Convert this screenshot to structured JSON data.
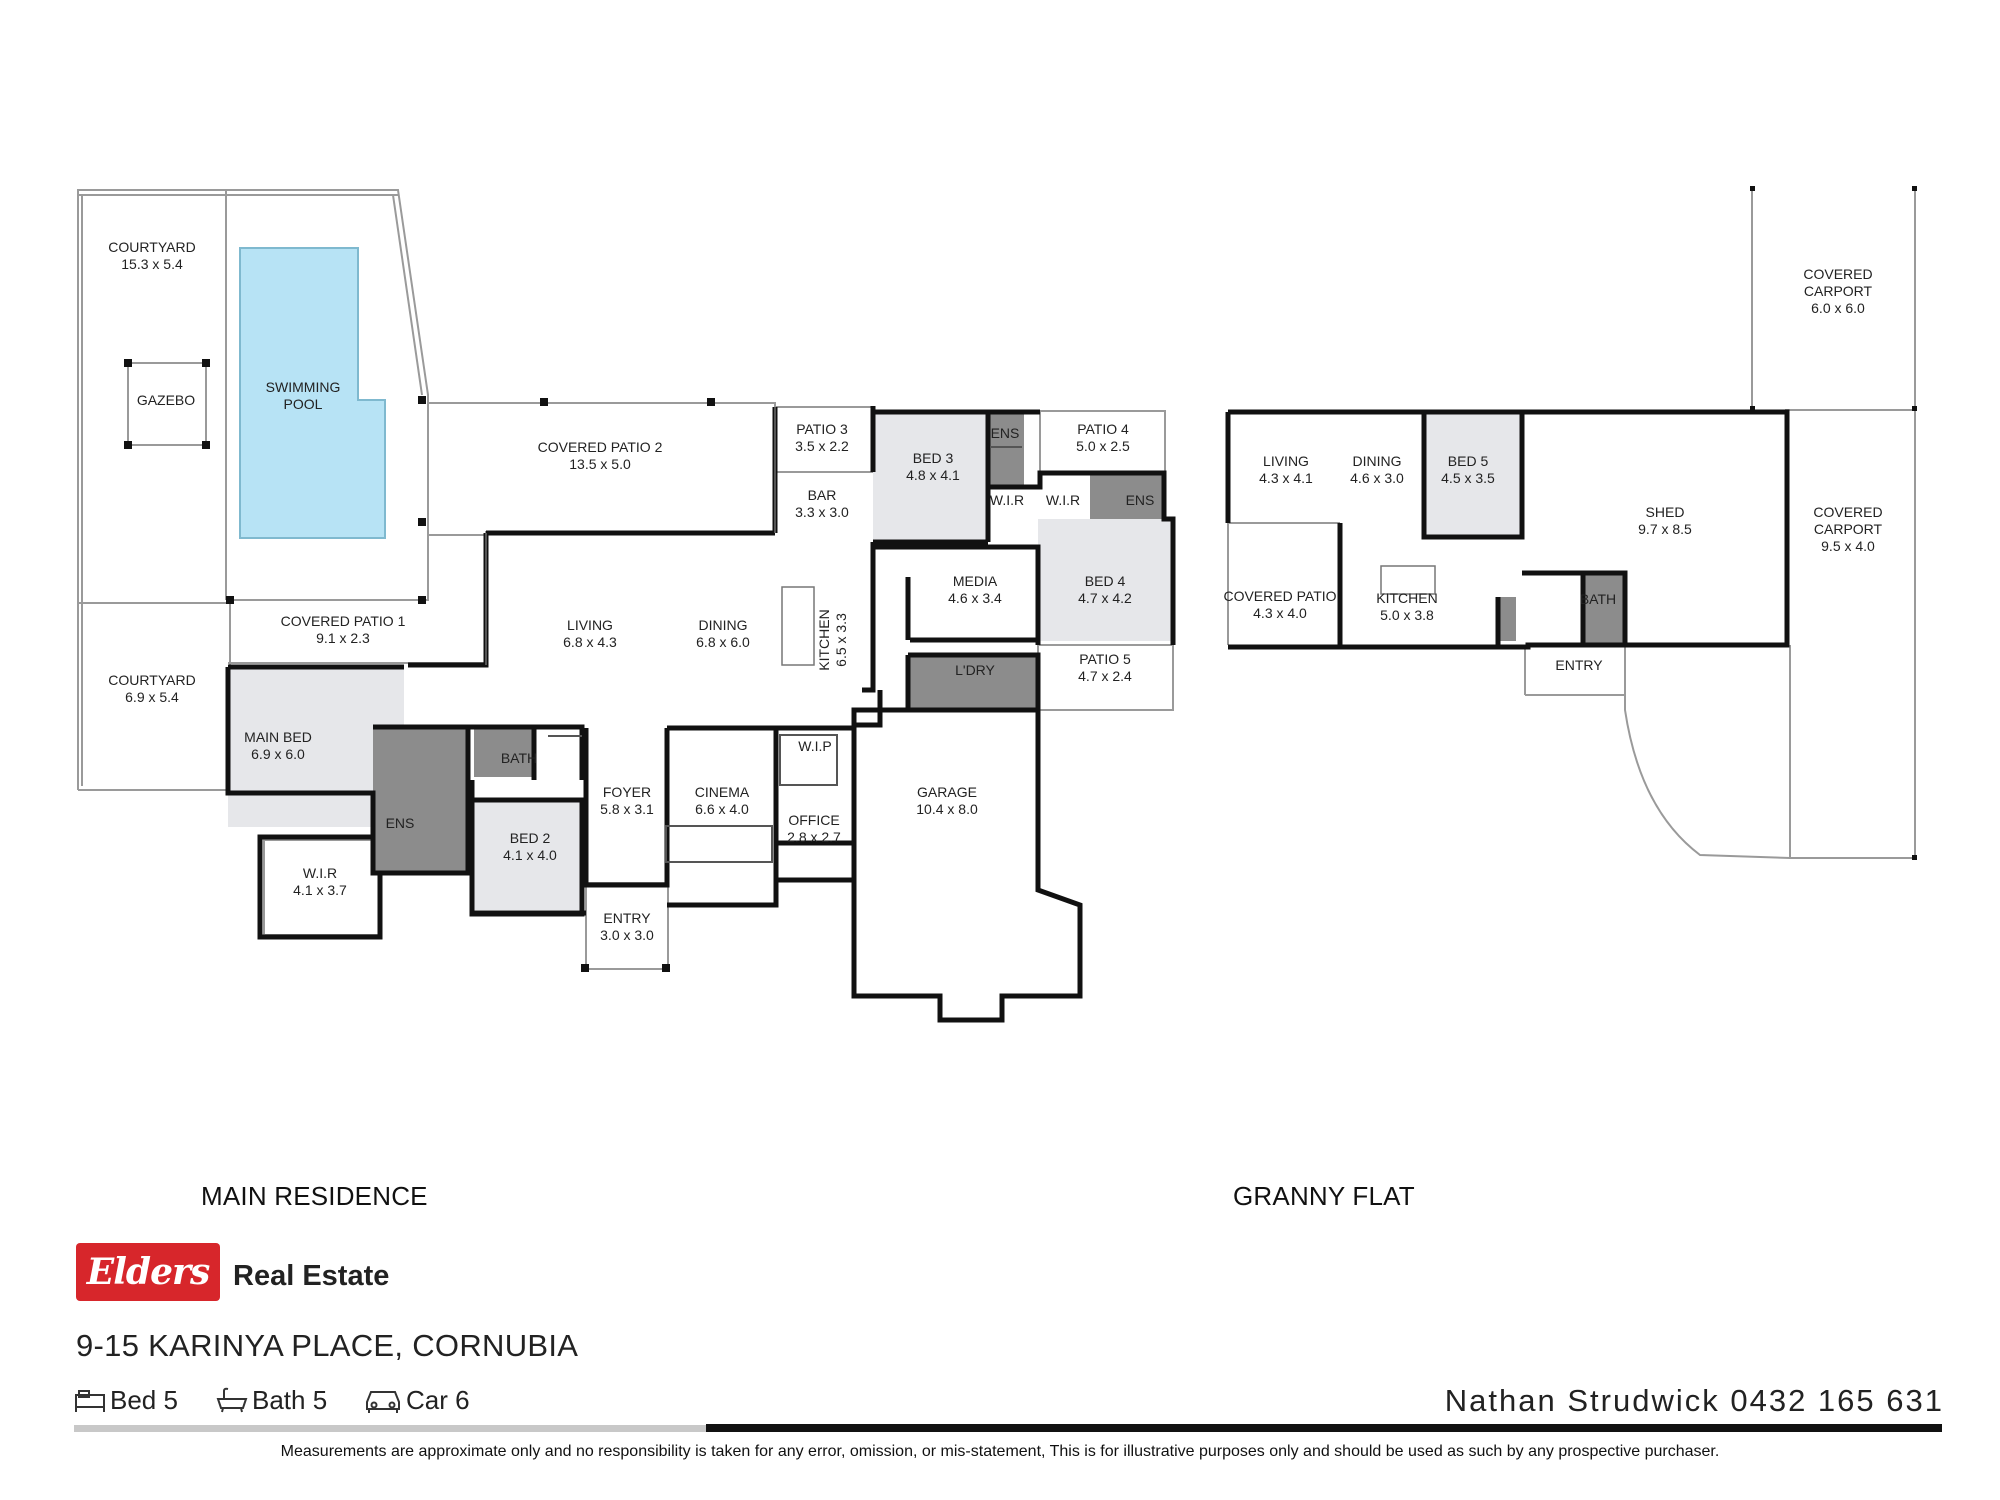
{
  "rooms": [
    {
      "id": "courtyard-1",
      "name": "COURTYARD",
      "dims": "15.3 x 5.4"
    },
    {
      "id": "gazebo",
      "name": "GAZEBO",
      "dims": ""
    },
    {
      "id": "swimming-pool",
      "name": "SWIMMING POOL",
      "dims": ""
    },
    {
      "id": "covered-patio-2",
      "name": "COVERED PATIO 2",
      "dims": "13.5 x 5.0"
    },
    {
      "id": "patio-3",
      "name": "PATIO 3",
      "dims": "3.5 x 2.2"
    },
    {
      "id": "bar",
      "name": "BAR",
      "dims": "3.3 x 3.0"
    },
    {
      "id": "bed-3",
      "name": "BED 3",
      "dims": "4.8 x 4.1"
    },
    {
      "id": "ens-bed3",
      "name": "ENS",
      "dims": ""
    },
    {
      "id": "wir-bed3",
      "name": "W.I.R",
      "dims": ""
    },
    {
      "id": "patio-4",
      "name": "PATIO 4",
      "dims": "5.0 x 2.5"
    },
    {
      "id": "wir-bed4",
      "name": "W.I.R",
      "dims": ""
    },
    {
      "id": "ens-bed4",
      "name": "ENS",
      "dims": ""
    },
    {
      "id": "covered-patio-1",
      "name": "COVERED  PATIO 1",
      "dims": "9.1 x 2.3"
    },
    {
      "id": "living",
      "name": "LIVING",
      "dims": "6.8 x 4.3"
    },
    {
      "id": "dining",
      "name": "DINING",
      "dims": "6.8 x 6.0"
    },
    {
      "id": "kitchen",
      "name": "KITCHEN",
      "dims": "6.5 x 3.3"
    },
    {
      "id": "media",
      "name": "MEDIA",
      "dims": "4.6 x 3.4"
    },
    {
      "id": "bed-4",
      "name": "BED 4",
      "dims": "4.7 x 4.2"
    },
    {
      "id": "laundry",
      "name": "L'DRY",
      "dims": ""
    },
    {
      "id": "patio-5",
      "name": "PATIO 5",
      "dims": "4.7 x 2.4"
    },
    {
      "id": "courtyard-2",
      "name": "COURTYARD",
      "dims": "6.9 x 5.4"
    },
    {
      "id": "main-bed",
      "name": "MAIN BED",
      "dims": "6.9 x 6.0"
    },
    {
      "id": "ens-main",
      "name": "ENS",
      "dims": ""
    },
    {
      "id": "bath",
      "name": "BATH",
      "dims": ""
    },
    {
      "id": "bed-2",
      "name": "BED 2",
      "dims": "4.1 x 4.0"
    },
    {
      "id": "foyer",
      "name": "FOYER",
      "dims": "5.8 x 3.1"
    },
    {
      "id": "cinema",
      "name": "CINEMA",
      "dims": "6.6 x 4.0"
    },
    {
      "id": "wip",
      "name": "W.I.P",
      "dims": ""
    },
    {
      "id": "office",
      "name": "OFFICE",
      "dims": "2.8 x 2.7"
    },
    {
      "id": "garage",
      "name": "GARAGE",
      "dims": "10.4 x 8.0"
    },
    {
      "id": "wir-main",
      "name": "W.I.R",
      "dims": "4.1 x 3.7"
    },
    {
      "id": "entry-main",
      "name": "ENTRY",
      "dims": "3.0 x 3.0"
    },
    {
      "id": "covered-carport-1",
      "name": "COVERED CARPORT",
      "dims": "6.0 x 6.0"
    },
    {
      "id": "gf-living",
      "name": "LIVING",
      "dims": "4.3 x 4.1"
    },
    {
      "id": "gf-dining",
      "name": "DINING",
      "dims": "4.6 x 3.0"
    },
    {
      "id": "bed-5",
      "name": "BED 5",
      "dims": "4.5 x 3.5"
    },
    {
      "id": "shed",
      "name": "SHED",
      "dims": "9.7 x 8.5"
    },
    {
      "id": "covered-carport-2",
      "name": "COVERED CARPORT",
      "dims": "9.5 x 4.0"
    },
    {
      "id": "gf-covered-patio",
      "name": "COVERED PATIO",
      "dims": "4.3 x 4.0"
    },
    {
      "id": "gf-kitchen",
      "name": "KITCHEN",
      "dims": "5.0 x 3.8"
    },
    {
      "id": "gf-bath",
      "name": "BATH",
      "dims": ""
    },
    {
      "id": "gf-entry",
      "name": "ENTRY",
      "dims": ""
    }
  ],
  "captions": {
    "main_residence": "MAIN RESIDENCE",
    "granny_flat": "GRANNY FLAT"
  },
  "footer": {
    "logo_text": "Elders",
    "brand": "Real Estate",
    "address": "9-15 KARINYA PLACE, CORNUBIA",
    "features": [
      {
        "icon": "bed-icon",
        "label": "Bed 5"
      },
      {
        "icon": "bath-icon",
        "label": "Bath 5"
      },
      {
        "icon": "car-icon",
        "label": "Car  6"
      }
    ],
    "agent": "Nathan Strudwick 0432 165 631",
    "disclaimer": "Measurements are approximate only and no responsibility is taken for any error, omission, or mis-statement, This is for illustrative purposes only and should be used as such by any prospective purchaser."
  },
  "colors": {
    "wall": "#111111",
    "room_fill": "#e6e7ea",
    "wet_fill": "#8c8c8c",
    "pool": "#b7e3f5",
    "brand_red": "#d7262b"
  }
}
